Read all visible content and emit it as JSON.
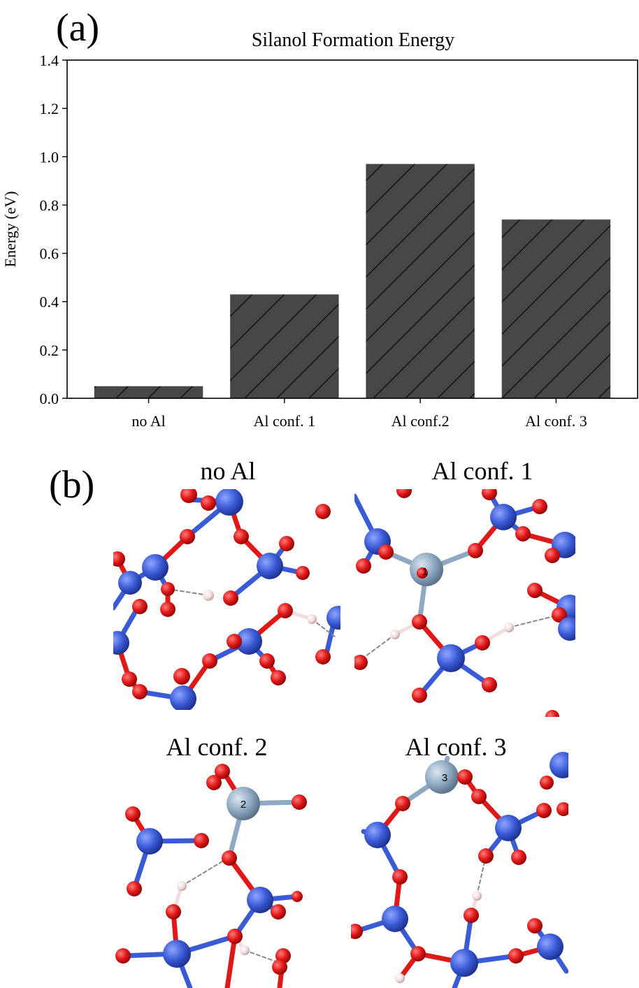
{
  "panels": {
    "a_label": "(a)",
    "b_label": "(b)"
  },
  "chart_data": {
    "type": "bar",
    "title": "Silanol Formation Energy",
    "xlabel": "",
    "ylabel": "Energy (eV)",
    "categories": [
      "no Al",
      "Al conf. 1",
      "Al conf.2",
      "Al conf. 3"
    ],
    "values": [
      0.05,
      0.43,
      0.97,
      0.74
    ],
    "ylim": [
      0,
      1.4
    ],
    "yticks": [
      0.0,
      0.2,
      0.4,
      0.6,
      0.8,
      1.0,
      1.2,
      1.4
    ],
    "ytick_labels": [
      "0.0",
      "0.2",
      "0.4",
      "0.6",
      "0.8",
      "1.0",
      "1.2",
      "1.4"
    ],
    "grid": false,
    "bar_color": "#474747",
    "hatch": "/"
  },
  "structures": {
    "titles": [
      "no Al",
      "Al conf. 1",
      "Al conf. 2",
      "Al conf. 3"
    ],
    "al_markers": [
      "1",
      "2",
      "3"
    ],
    "colors": {
      "silicon": "#3a5bd6",
      "oxygen": "#e01818",
      "hydrogen": "#f2dcdc",
      "aluminum": "#8fa9c2"
    }
  }
}
